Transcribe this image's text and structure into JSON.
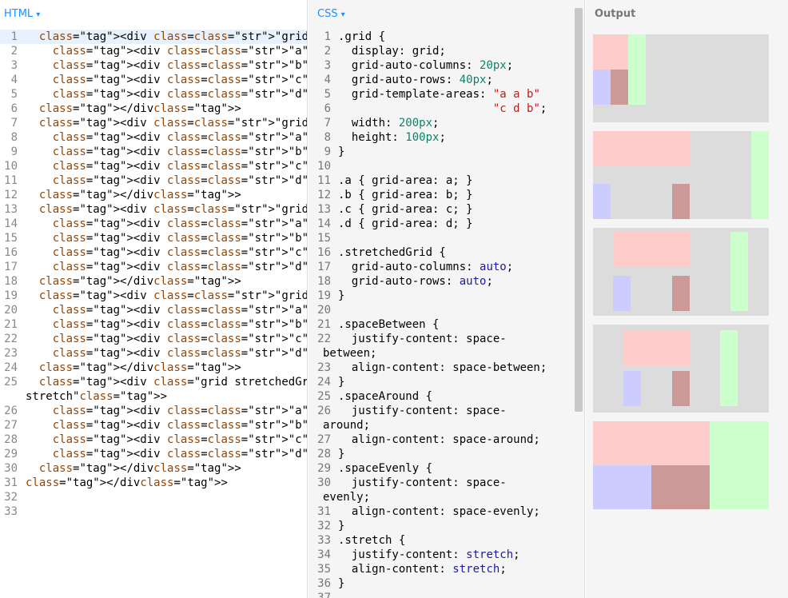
{
  "panes": {
    "html": {
      "title": "HTML",
      "caret": "▾"
    },
    "css": {
      "title": "CSS",
      "caret": "▾"
    },
    "output": {
      "title": "Output"
    }
  },
  "html_lines": [
    {
      "n": "1",
      "t": "  <div class=\"grid\">"
    },
    {
      "n": "2",
      "t": "    <div class=\"a\"></div>"
    },
    {
      "n": "3",
      "t": "    <div class=\"b\"></div>"
    },
    {
      "n": "4",
      "t": "    <div class=\"c\"></div>"
    },
    {
      "n": "5",
      "t": "    <div class=\"d\"></div>"
    },
    {
      "n": "6",
      "t": "  </div>"
    },
    {
      "n": "7",
      "t": "  <div class=\"grid spaceBetween\">"
    },
    {
      "n": "8",
      "t": "    <div class=\"a\"></div>"
    },
    {
      "n": "9",
      "t": "    <div class=\"b\"></div>"
    },
    {
      "n": "10",
      "t": "    <div class=\"c\"></div>"
    },
    {
      "n": "11",
      "t": "    <div class=\"d\"></div>"
    },
    {
      "n": "12",
      "t": "  </div>"
    },
    {
      "n": "13",
      "t": "  <div class=\"grid spaceAround\">"
    },
    {
      "n": "14",
      "t": "    <div class=\"a\"></div>"
    },
    {
      "n": "15",
      "t": "    <div class=\"b\"></div>"
    },
    {
      "n": "16",
      "t": "    <div class=\"c\"></div>"
    },
    {
      "n": "17",
      "t": "    <div class=\"d\"></div>"
    },
    {
      "n": "18",
      "t": "  </div>"
    },
    {
      "n": "19",
      "t": "  <div class=\"grid spaceEvenly\">"
    },
    {
      "n": "20",
      "t": "    <div class=\"a\"></div>"
    },
    {
      "n": "21",
      "t": "    <div class=\"b\"></div>"
    },
    {
      "n": "22",
      "t": "    <div class=\"c\"></div>"
    },
    {
      "n": "23",
      "t": "    <div class=\"d\"></div>"
    },
    {
      "n": "24",
      "t": "  </div>"
    },
    {
      "n": "25",
      "t": "  <div class=\"grid stretchedGrid"
    },
    {
      "n": "",
      "t": "stretch\">"
    },
    {
      "n": "26",
      "t": "    <div class=\"a\"></div>"
    },
    {
      "n": "27",
      "t": "    <div class=\"b\"></div>"
    },
    {
      "n": "28",
      "t": "    <div class=\"c\"></div>"
    },
    {
      "n": "29",
      "t": "    <div class=\"d\"></div>"
    },
    {
      "n": "30",
      "t": "  </div>"
    },
    {
      "n": "31",
      "t": "</div>"
    },
    {
      "n": "32",
      "t": ""
    },
    {
      "n": "33",
      "t": ""
    }
  ],
  "css_lines": [
    {
      "n": "1",
      "t": ".grid {"
    },
    {
      "n": "2",
      "t": "  display: grid;"
    },
    {
      "n": "3",
      "t": "  grid-auto-columns: 20px;"
    },
    {
      "n": "4",
      "t": "  grid-auto-rows: 40px;"
    },
    {
      "n": "5",
      "t": "  grid-template-areas: \"a a b\""
    },
    {
      "n": "6",
      "t": "                       \"c d b\";"
    },
    {
      "n": "7",
      "t": "  width: 200px;"
    },
    {
      "n": "8",
      "t": "  height: 100px;"
    },
    {
      "n": "9",
      "t": "}"
    },
    {
      "n": "10",
      "t": ""
    },
    {
      "n": "11",
      "t": ".a { grid-area: a; }"
    },
    {
      "n": "12",
      "t": ".b { grid-area: b; }"
    },
    {
      "n": "13",
      "t": ".c { grid-area: c; }"
    },
    {
      "n": "14",
      "t": ".d { grid-area: d; }"
    },
    {
      "n": "15",
      "t": ""
    },
    {
      "n": "16",
      "t": ".stretchedGrid {"
    },
    {
      "n": "17",
      "t": "  grid-auto-columns: auto;"
    },
    {
      "n": "18",
      "t": "  grid-auto-rows: auto;"
    },
    {
      "n": "19",
      "t": "}"
    },
    {
      "n": "20",
      "t": ""
    },
    {
      "n": "21",
      "t": ".spaceBetween {"
    },
    {
      "n": "22",
      "t": "  justify-content: space-"
    },
    {
      "n": "",
      "t": "between;"
    },
    {
      "n": "23",
      "t": "  align-content: space-between;"
    },
    {
      "n": "24",
      "t": "}"
    },
    {
      "n": "25",
      "t": ".spaceAround {"
    },
    {
      "n": "26",
      "t": "  justify-content: space-"
    },
    {
      "n": "",
      "t": "around;"
    },
    {
      "n": "27",
      "t": "  align-content: space-around;"
    },
    {
      "n": "28",
      "t": "}"
    },
    {
      "n": "29",
      "t": ".spaceEvenly {"
    },
    {
      "n": "30",
      "t": "  justify-content: space-"
    },
    {
      "n": "",
      "t": "evenly;"
    },
    {
      "n": "31",
      "t": "  align-content: space-evenly;"
    },
    {
      "n": "32",
      "t": "}"
    },
    {
      "n": "33",
      "t": ".stretch {"
    },
    {
      "n": "34",
      "t": "  justify-content: stretch;"
    },
    {
      "n": "35",
      "t": "  align-content: stretch;"
    },
    {
      "n": "36",
      "t": "}"
    },
    {
      "n": "37",
      "t": ""
    }
  ],
  "colors": {
    "grid_bg": "#dcdcdc",
    "a": "#ffcccc",
    "b": "#ccffcc",
    "c": "#ccccff",
    "d": "#cc9999",
    "accent": "#1e90ff"
  }
}
